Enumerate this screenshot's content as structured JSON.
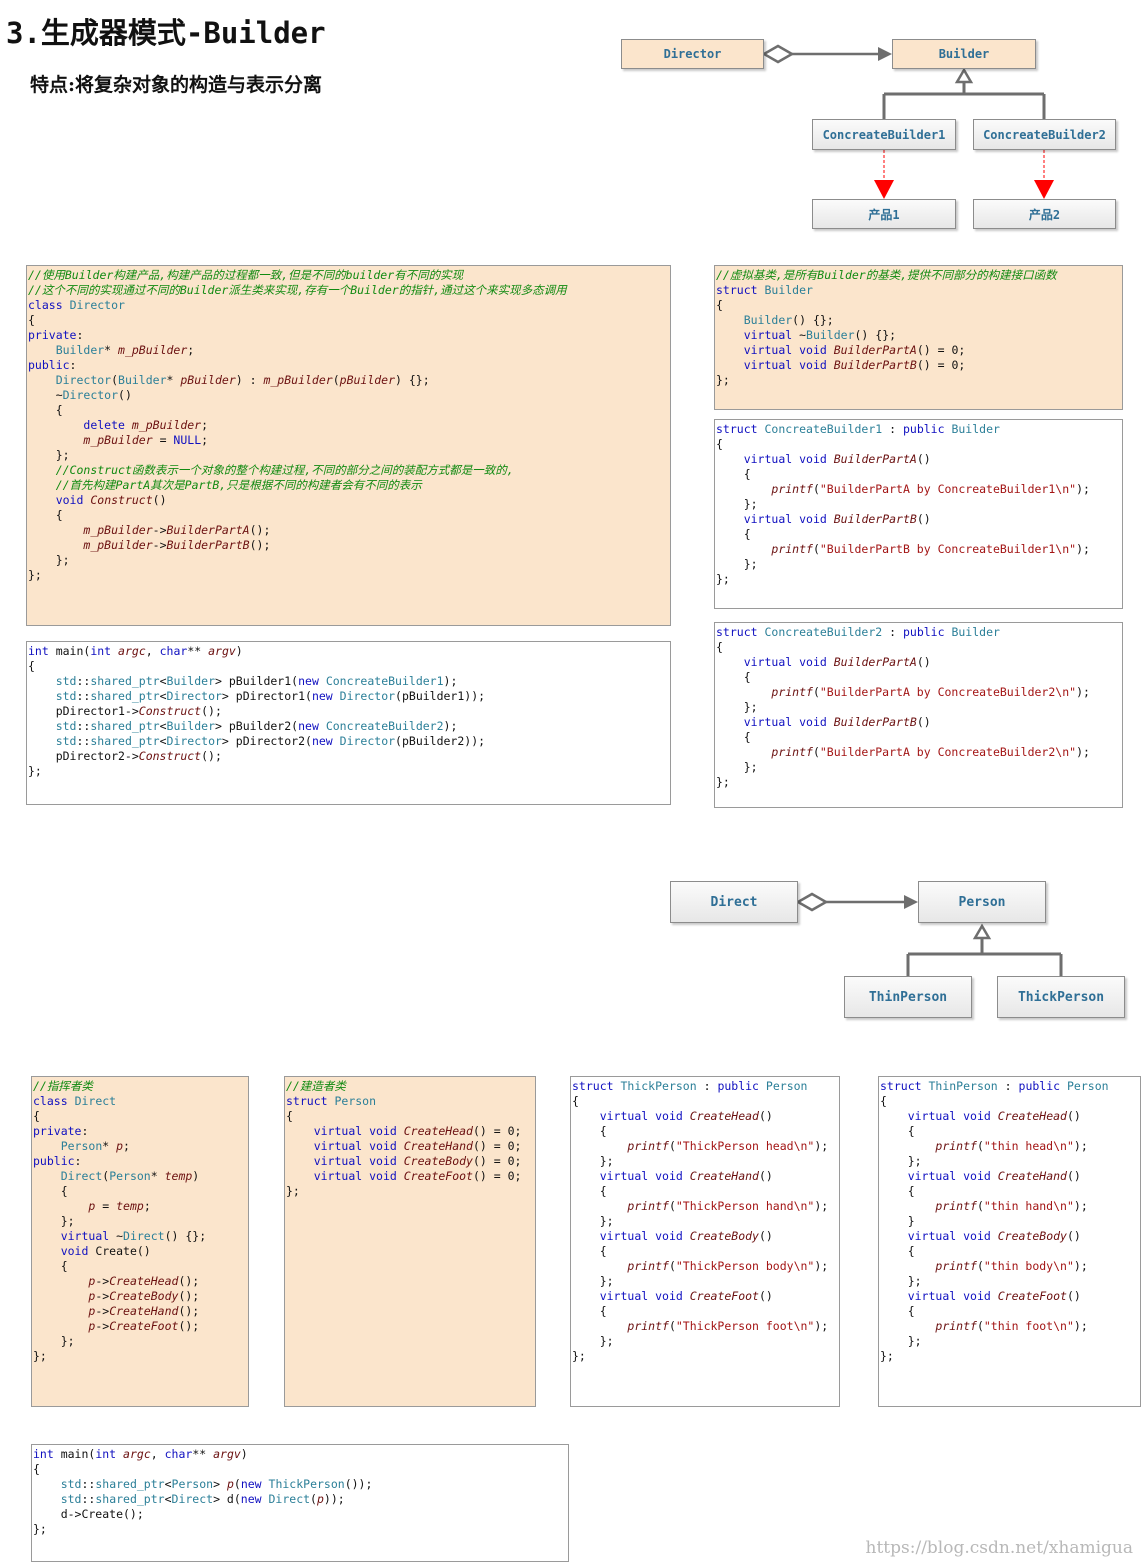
{
  "header": {
    "title": "3.生成器模式-Builder",
    "subtitle": "特点:将复杂对象的构造与表示分离"
  },
  "diagram1": {
    "director": "Director",
    "builder": "Builder",
    "concrete_builder1": "ConcreateBuilder1",
    "concrete_builder2": "ConcreateBuilder2",
    "product1": "产品1",
    "product2": "产品2"
  },
  "diagram2": {
    "direct": "Direct",
    "person": "Person",
    "thin_person": "ThinPerson",
    "thick_person": "ThickPerson"
  },
  "colors": {
    "peach": "#fbe5cc",
    "node_text": "#2f6f96",
    "red_arrow": "#ff0000",
    "line_gray": "#6e6e6e"
  },
  "code": {
    "director_class": [
      "//使用Builder构建产品,构建产品的过程都一致,但是不同的builder有不同的实现",
      "//这个不同的实现通过不同的Builder派生类来实现,存有一个Builder的指针,通过这个来实现多态调用",
      "class Director",
      "{",
      "private:",
      "    Builder* m_pBuilder;",
      "public:",
      "    Director(Builder* pBuilder) : m_pBuilder(pBuilder) {};",
      "    ~Director()",
      "    {",
      "        delete m_pBuilder;",
      "        m_pBuilder = NULL;",
      "    };",
      "    //Construct函数表示一个对象的整个构建过程,不同的部分之间的装配方式都是一致的,",
      "    //首先构建PartA其次是PartB,只是根据不同的构建者会有不同的表示",
      "    void Construct()",
      "    {",
      "        m_pBuilder->BuilderPartA();",
      "        m_pBuilder->BuilderPartB();",
      "    };",
      "};"
    ],
    "builder_main": [
      "int main(int argc, char** argv)",
      "{",
      "    std::shared_ptr<Builder> pBuilder1(new ConcreateBuilder1);",
      "    std::shared_ptr<Director> pDirector1(new Director(pBuilder1));",
      "    pDirector1->Construct();",
      "    std::shared_ptr<Builder> pBuilder2(new ConcreateBuilder2);",
      "    std::shared_ptr<Director> pDirector2(new Director(pBuilder2));",
      "    pDirector2->Construct();",
      "};"
    ],
    "builder_struct": [
      "//虚拟基类,是所有Builder的基类,提供不同部分的构建接口函数",
      "struct Builder",
      "{",
      "    Builder() {};",
      "    virtual ~Builder() {};",
      "    virtual void BuilderPartA() = 0;",
      "    virtual void BuilderPartB() = 0;",
      "};"
    ],
    "concrete_builder1": [
      "struct ConcreateBuilder1 : public Builder",
      "{",
      "    virtual void BuilderPartA()",
      "    {",
      "        printf(\"BuilderPartA by ConcreateBuilder1\\n\");",
      "    };",
      "    virtual void BuilderPartB()",
      "    {",
      "        printf(\"BuilderPartB by ConcreateBuilder1\\n\");",
      "    };",
      "};"
    ],
    "concrete_builder2": [
      "struct ConcreateBuilder2 : public Builder",
      "{",
      "    virtual void BuilderPartA()",
      "    {",
      "        printf(\"BuilderPartA by ConcreateBuilder2\\n\");",
      "    };",
      "    virtual void BuilderPartB()",
      "    {",
      "        printf(\"BuilderPartA by ConcreateBuilder2\\n\");",
      "    };",
      "};"
    ],
    "direct_class": [
      "//指挥者类",
      "class Direct",
      "{",
      "private:",
      "    Person* p;",
      "public:",
      "    Direct(Person* temp)",
      "    {",
      "        p = temp;",
      "    };",
      "    virtual ~Direct() {};",
      "    void Create()",
      "    {",
      "        p->CreateHead();",
      "        p->CreateBody();",
      "        p->CreateHand();",
      "        p->CreateFoot();",
      "    };",
      "};"
    ],
    "person_struct": [
      "//建造者类",
      "struct Person",
      "{",
      "    virtual void CreateHead() = 0;",
      "    virtual void CreateHand() = 0;",
      "    virtual void CreateBody() = 0;",
      "    virtual void CreateFoot() = 0;",
      "};"
    ],
    "thick_person": [
      "struct ThickPerson : public Person",
      "{",
      "    virtual void CreateHead()",
      "    {",
      "        printf(\"ThickPerson head\\n\");",
      "    };",
      "    virtual void CreateHand()",
      "    {",
      "        printf(\"ThickPerson hand\\n\");",
      "    };",
      "    virtual void CreateBody()",
      "    {",
      "        printf(\"ThickPerson body\\n\");",
      "    };",
      "    virtual void CreateFoot()",
      "    {",
      "        printf(\"ThickPerson foot\\n\");",
      "    };",
      "};"
    ],
    "thin_person": [
      "struct ThinPerson : public Person",
      "{",
      "    virtual void CreateHead()",
      "    {",
      "        printf(\"thin head\\n\");",
      "    };",
      "    virtual void CreateHand()",
      "    {",
      "        printf(\"thin hand\\n\");",
      "    }",
      "    virtual void CreateBody()",
      "    {",
      "        printf(\"thin body\\n\");",
      "    };",
      "    virtual void CreateFoot()",
      "    {",
      "        printf(\"thin foot\\n\");",
      "    };",
      "};"
    ],
    "person_main": [
      "int main(int argc, char** argv)",
      "{",
      "    std::shared_ptr<Person> p(new ThickPerson());",
      "    std::shared_ptr<Direct> d(new Direct(p));",
      "    d->Create();",
      "};"
    ]
  },
  "watermark": "https://blog.csdn.net/xhamigua"
}
